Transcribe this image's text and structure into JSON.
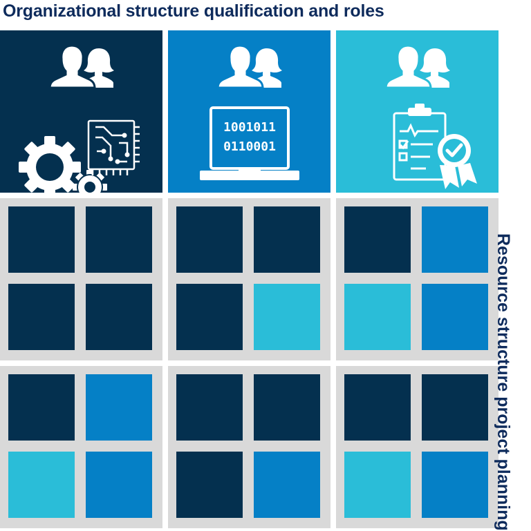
{
  "header": {
    "title": "Organizational structure qualification and roles"
  },
  "side": {
    "title": "Resource structure project planning"
  },
  "colors": {
    "navy": "#04304f",
    "blue": "#0580c6",
    "cyan": "#2abdd8",
    "gray": "#d9d9d9",
    "text": "#0e2b5c"
  },
  "roles": [
    {
      "icon": "people-gears-circuit-icon",
      "color": "#04304f"
    },
    {
      "icon": "people-laptop-binary-icon",
      "color": "#0580c6",
      "binary_lines": [
        "1001011",
        "0110001"
      ]
    },
    {
      "icon": "people-checklist-certificate-icon",
      "color": "#2abdd8"
    }
  ],
  "grid": [
    [
      [
        "navy",
        "navy",
        "navy",
        "navy"
      ],
      [
        "navy",
        "navy",
        "navy",
        "cyan"
      ],
      [
        "navy",
        "blue",
        "cyan",
        "blue"
      ]
    ],
    [
      [
        "navy",
        "blue",
        "cyan",
        "blue"
      ],
      [
        "navy",
        "navy",
        "navy",
        "blue"
      ],
      [
        "navy",
        "navy",
        "cyan",
        "blue"
      ]
    ]
  ]
}
